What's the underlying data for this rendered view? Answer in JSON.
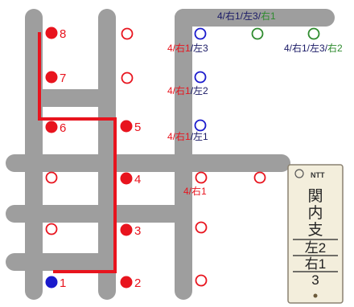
{
  "colors": {
    "road": "#9e9e9e",
    "route": "#e8141e",
    "red": "#e8141e",
    "blue": "#1a1acc",
    "green": "#2e8b2e",
    "dark_text": "#1a1a66",
    "plate_bg": "#f3eedc",
    "plate_border": "#8a8170"
  },
  "numbered_poles": [
    {
      "id": "1",
      "label": "1",
      "color": "blue",
      "filled": true
    },
    {
      "id": "2",
      "label": "2",
      "color": "red",
      "filled": true
    },
    {
      "id": "3",
      "label": "3",
      "color": "red",
      "filled": true
    },
    {
      "id": "4",
      "label": "4",
      "color": "red",
      "filled": true
    },
    {
      "id": "5",
      "label": "5",
      "color": "red",
      "filled": true
    },
    {
      "id": "6",
      "label": "6",
      "color": "red",
      "filled": true
    },
    {
      "id": "7",
      "label": "7",
      "color": "red",
      "filled": true
    },
    {
      "id": "8",
      "label": "8",
      "color": "red",
      "filled": true
    }
  ],
  "branch_labels": {
    "top": {
      "a": "4/右1/左3/",
      "b": "右1"
    },
    "l3": {
      "a": "4/右1",
      "b": "/左3"
    },
    "l2": {
      "a": "4/右1",
      "b": "/左2"
    },
    "l1": {
      "a": "4/右1",
      "b": "/左1"
    },
    "r1": {
      "a": "4/右1"
    },
    "r2": {
      "a": "4/右1/左3/",
      "b": "右2"
    }
  },
  "plate": {
    "logo": "NTT",
    "line1": "関",
    "line2": "内",
    "line3": "支",
    "line4": "左2",
    "line5": "右1",
    "line6": "3"
  }
}
